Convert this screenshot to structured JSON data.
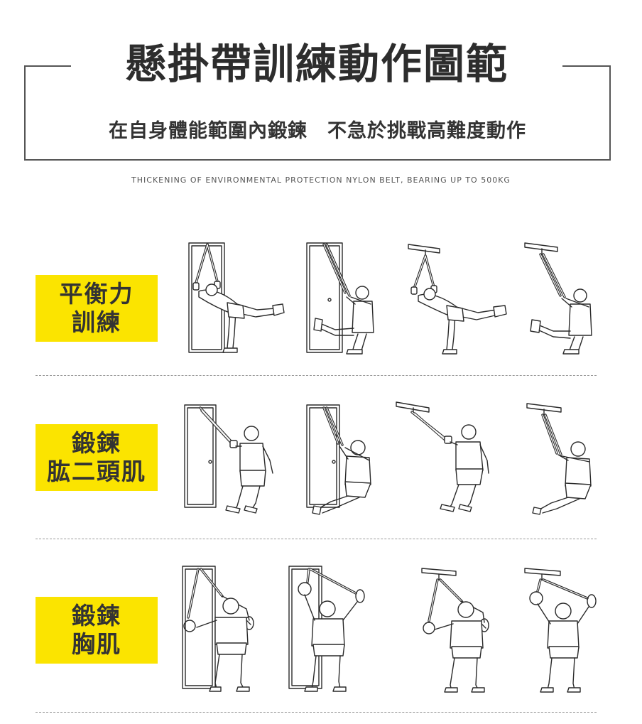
{
  "header": {
    "title": "懸掛帶訓練動作圖範",
    "subtitle": "在自身體能範圍內鍛鍊　不急於挑戰高難度動作",
    "tagline": "THICKENING OF ENVIRONMENTAL PROTECTION NYLON BELT, BEARING UP TO 500KG"
  },
  "rows": [
    {
      "id": "balance",
      "label_lines": [
        "平衡力",
        "訓練"
      ]
    },
    {
      "id": "biceps",
      "label_lines": [
        "鍛鍊",
        "肱二頭肌"
      ]
    },
    {
      "id": "chest",
      "label_lines": [
        "鍛鍊",
        "胸肌"
      ]
    }
  ],
  "colors": {
    "label_bg": "#fbe400",
    "line": "#2a2a2a",
    "frame": "#555555"
  }
}
